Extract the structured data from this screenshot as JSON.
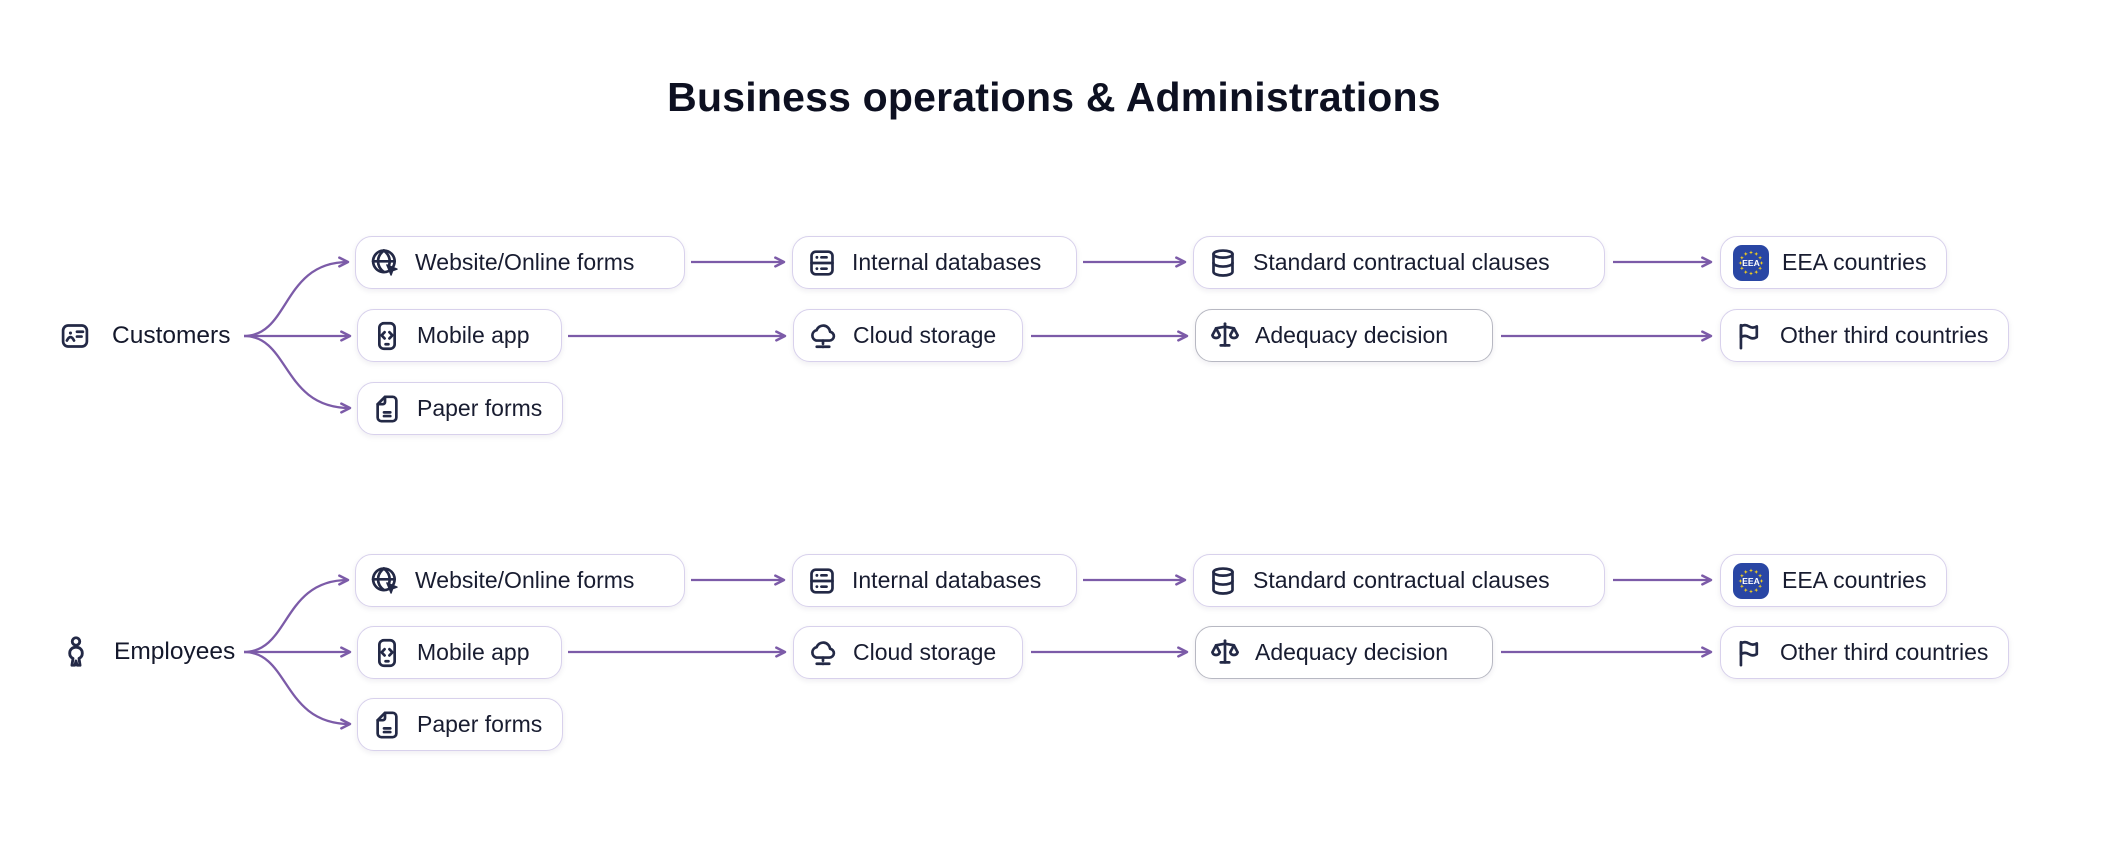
{
  "title": "Business operations & Administrations",
  "eea_badge_text": "EEA",
  "colors": {
    "background": "#ffffff",
    "title_text": "#0d1021",
    "node_text": "#181c30",
    "icon": "#232946",
    "node_border": "#d8d1ec",
    "node_border_adequacy": "#b7b8c2",
    "arrow": "#7c5ba8",
    "eea_badge_bg": "#2946a4",
    "eea_star": "#f7d21a",
    "eea_text": "#ffffff"
  },
  "groups": [
    {
      "label": "Customers",
      "icon": "id-card-icon",
      "nodes": [
        {
          "label": "Website/Online forms",
          "icon": "globe-pointer-icon"
        },
        {
          "label": "Mobile app",
          "icon": "mobile-code-icon"
        },
        {
          "label": "Paper forms",
          "icon": "paper-form-icon"
        },
        {
          "label": "Internal databases",
          "icon": "server-icon"
        },
        {
          "label": "Cloud storage",
          "icon": "cloud-network-icon"
        },
        {
          "label": "Standard contractual clauses",
          "icon": "database-icon"
        },
        {
          "label": "Adequacy decision",
          "icon": "scales-icon"
        },
        {
          "label": "EEA countries",
          "icon": "eea-badge-icon"
        },
        {
          "label": "Other third countries",
          "icon": "flag-icon"
        }
      ],
      "edges": [
        {
          "from": "Customers",
          "to": "Website/Online forms"
        },
        {
          "from": "Customers",
          "to": "Mobile app"
        },
        {
          "from": "Customers",
          "to": "Paper forms"
        },
        {
          "from": "Website/Online forms",
          "to": "Internal databases"
        },
        {
          "from": "Mobile app",
          "to": "Cloud storage"
        },
        {
          "from": "Internal databases",
          "to": "Standard contractual clauses"
        },
        {
          "from": "Cloud storage",
          "to": "Adequacy decision"
        },
        {
          "from": "Standard contractual clauses",
          "to": "EEA countries"
        },
        {
          "from": "Adequacy decision",
          "to": "Other third countries"
        }
      ]
    },
    {
      "label": "Employees",
      "icon": "person-icon",
      "nodes": [
        {
          "label": "Website/Online forms",
          "icon": "globe-pointer-icon"
        },
        {
          "label": "Mobile app",
          "icon": "mobile-code-icon"
        },
        {
          "label": "Paper forms",
          "icon": "paper-form-icon"
        },
        {
          "label": "Internal databases",
          "icon": "server-icon"
        },
        {
          "label": "Cloud storage",
          "icon": "cloud-network-icon"
        },
        {
          "label": "Standard contractual clauses",
          "icon": "database-icon"
        },
        {
          "label": "Adequacy decision",
          "icon": "scales-icon"
        },
        {
          "label": "EEA countries",
          "icon": "eea-badge-icon"
        },
        {
          "label": "Other third countries",
          "icon": "flag-icon"
        }
      ],
      "edges": [
        {
          "from": "Employees",
          "to": "Website/Online forms"
        },
        {
          "from": "Employees",
          "to": "Mobile app"
        },
        {
          "from": "Employees",
          "to": "Paper forms"
        },
        {
          "from": "Website/Online forms",
          "to": "Internal databases"
        },
        {
          "from": "Mobile app",
          "to": "Cloud storage"
        },
        {
          "from": "Internal databases",
          "to": "Standard contractual clauses"
        },
        {
          "from": "Cloud storage",
          "to": "Adequacy decision"
        },
        {
          "from": "Standard contractual clauses",
          "to": "EEA countries"
        },
        {
          "from": "Adequacy decision",
          "to": "Other third countries"
        }
      ]
    }
  ]
}
